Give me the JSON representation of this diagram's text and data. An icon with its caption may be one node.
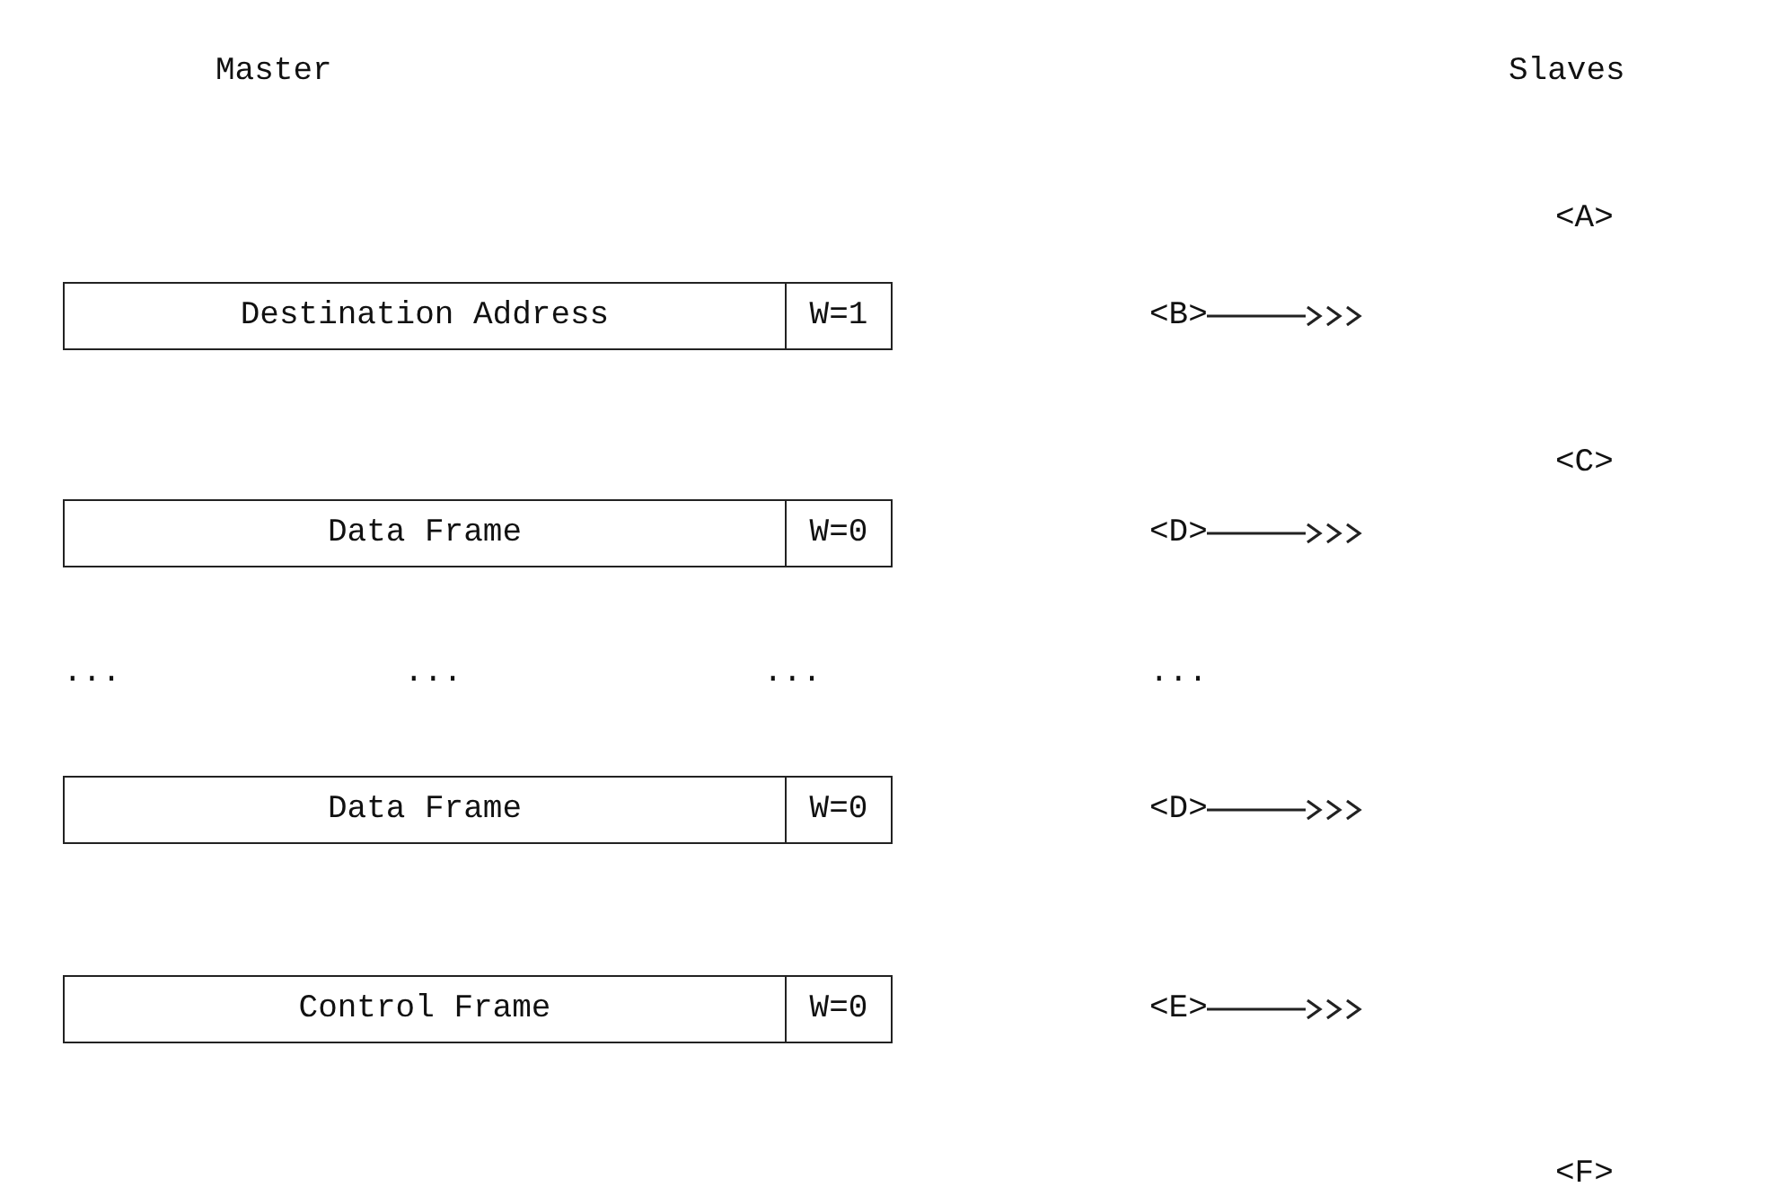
{
  "diagram": {
    "nodes": [
      {
        "text": [
          "Destination Address",
          "W=1"
        ]
      },
      {
        "text": [
          "<B>"
        ]
      },
      {
        "text": [
          "Data Frame",
          "W=0"
        ]
      },
      {
        "text": [
          "<D>"
        ]
      },
      {
        "text": [
          "Data Frame",
          "W=0"
        ]
      },
      {
        "text": [
          "<D>"
        ]
      },
      {
        "text": [
          "Control Frame",
          "W=0"
        ]
      },
      {
        "text": [
          "<E>"
        ]
      }
    ],
    "edges": [
      {
        "from": 1,
        "to": null,
        "arrow": "to"
      },
      {
        "from": 3,
        "to": null,
        "arrow": "to"
      },
      {
        "from": 5,
        "to": null,
        "arrow": "to"
      },
      {
        "from": 7,
        "to": null,
        "arrow": "to"
      }
    ],
    "labels": [
      "Master",
      "Slaves",
      "<A>",
      "<C>",
      "...",
      "...",
      "...",
      "...",
      "<F>"
    ]
  }
}
